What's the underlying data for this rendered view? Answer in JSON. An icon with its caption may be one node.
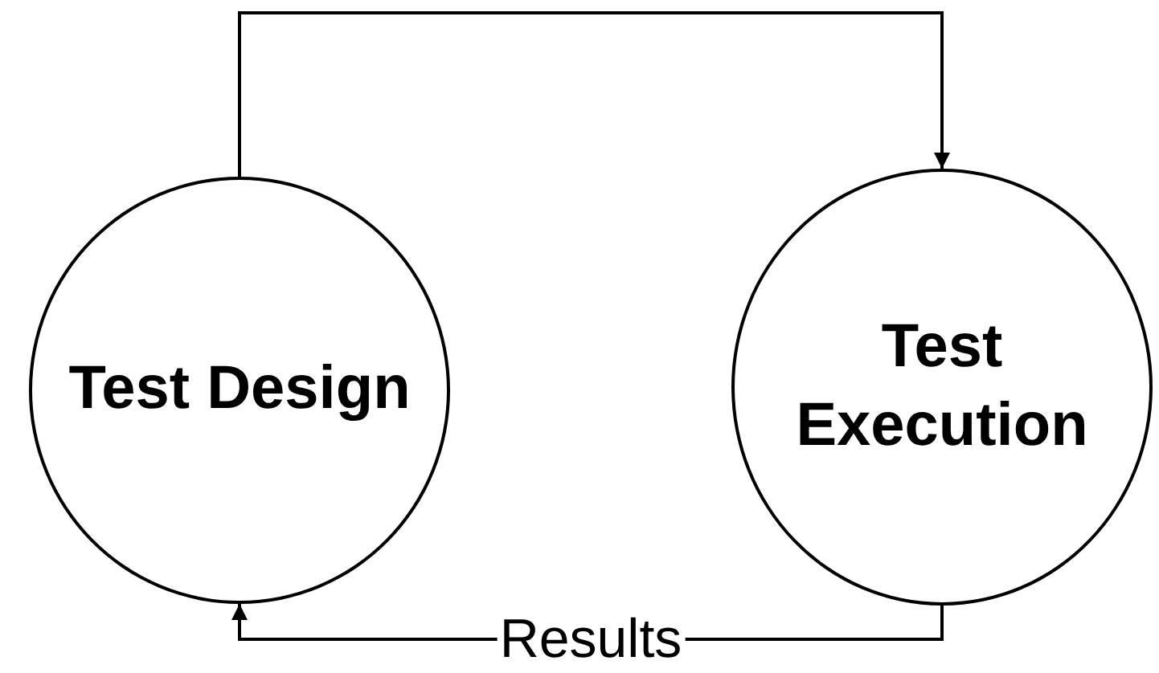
{
  "diagram": {
    "nodes": [
      {
        "text": [
          "Test Design"
        ]
      },
      {
        "text": [
          "Test Execution"
        ]
      }
    ],
    "edges": [
      {
        "from": 0,
        "to": 1,
        "arrow": "to"
      },
      {
        "from": 1,
        "to": 0,
        "arrow": "to",
        "label": "Results"
      }
    ]
  }
}
